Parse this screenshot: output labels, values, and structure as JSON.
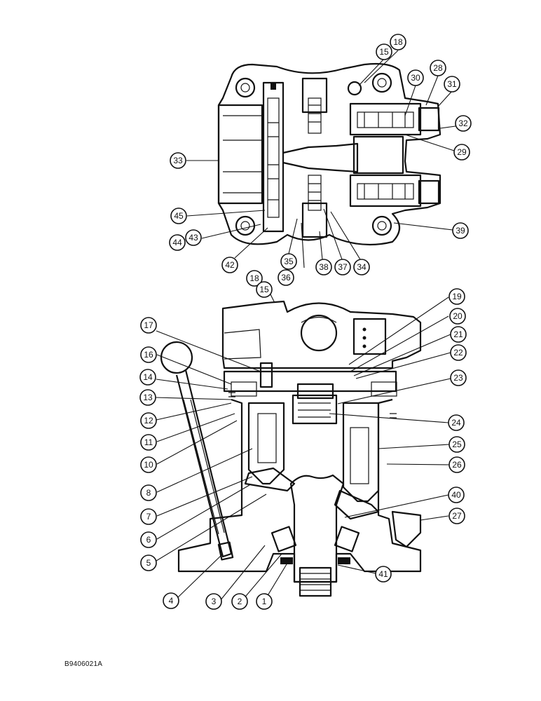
{
  "figure_code": "B9406021A",
  "callouts_top": [
    "18",
    "15",
    "28",
    "30",
    "31",
    "32",
    "29",
    "33",
    "45",
    "43",
    "44",
    "42",
    "35",
    "36",
    "38",
    "37",
    "34",
    "39"
  ],
  "callouts_bottom": [
    "18",
    "15",
    "17",
    "16",
    "14",
    "13",
    "12",
    "11",
    "10",
    "8",
    "7",
    "6",
    "5",
    "4",
    "3",
    "2",
    "1",
    "19",
    "20",
    "21",
    "22",
    "23",
    "24",
    "25",
    "26",
    "40",
    "27",
    "41"
  ]
}
